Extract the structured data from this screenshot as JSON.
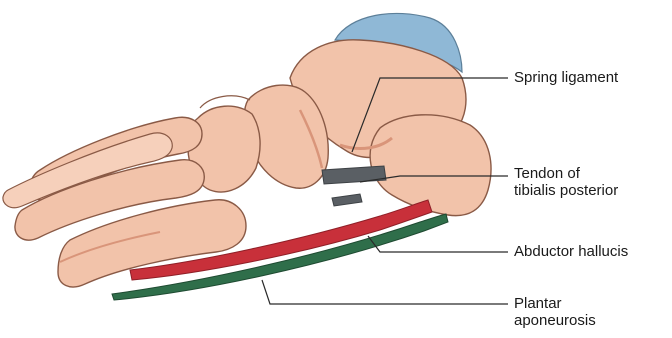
{
  "diagram": {
    "labels": {
      "spring_ligament": "Spring ligament",
      "tendon_line1": "Tendon of",
      "tendon_line2": "tibialis posterior",
      "abductor_hallucis": "Abductor hallucis",
      "plantar_line1": "Plantar",
      "plantar_line2": "aponeurosis"
    },
    "colors": {
      "bone_fill": "#f2c3aa",
      "bone_shade": "#d9957a",
      "bone_outline": "#8a5a46",
      "cartilage": "#8fb8d6",
      "muscle": "#c8303a",
      "aponeurosis": "#2f6e4a",
      "tendon": "#5a5f64",
      "leader_line": "#2a2a2a"
    }
  }
}
